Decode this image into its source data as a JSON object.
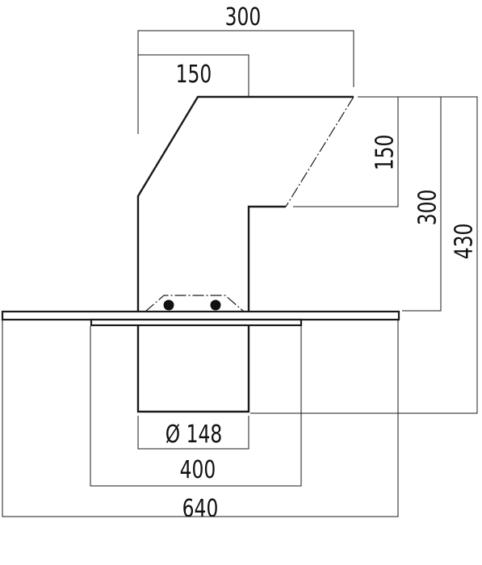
{
  "dimensions": {
    "width_total_top": "300",
    "width_inner_top": "150",
    "height_outlet": "150",
    "height_bend": "300",
    "height_total": "430",
    "diameter_pipe": "Ø 148",
    "width_gasket": "400",
    "width_plate": "640"
  }
}
